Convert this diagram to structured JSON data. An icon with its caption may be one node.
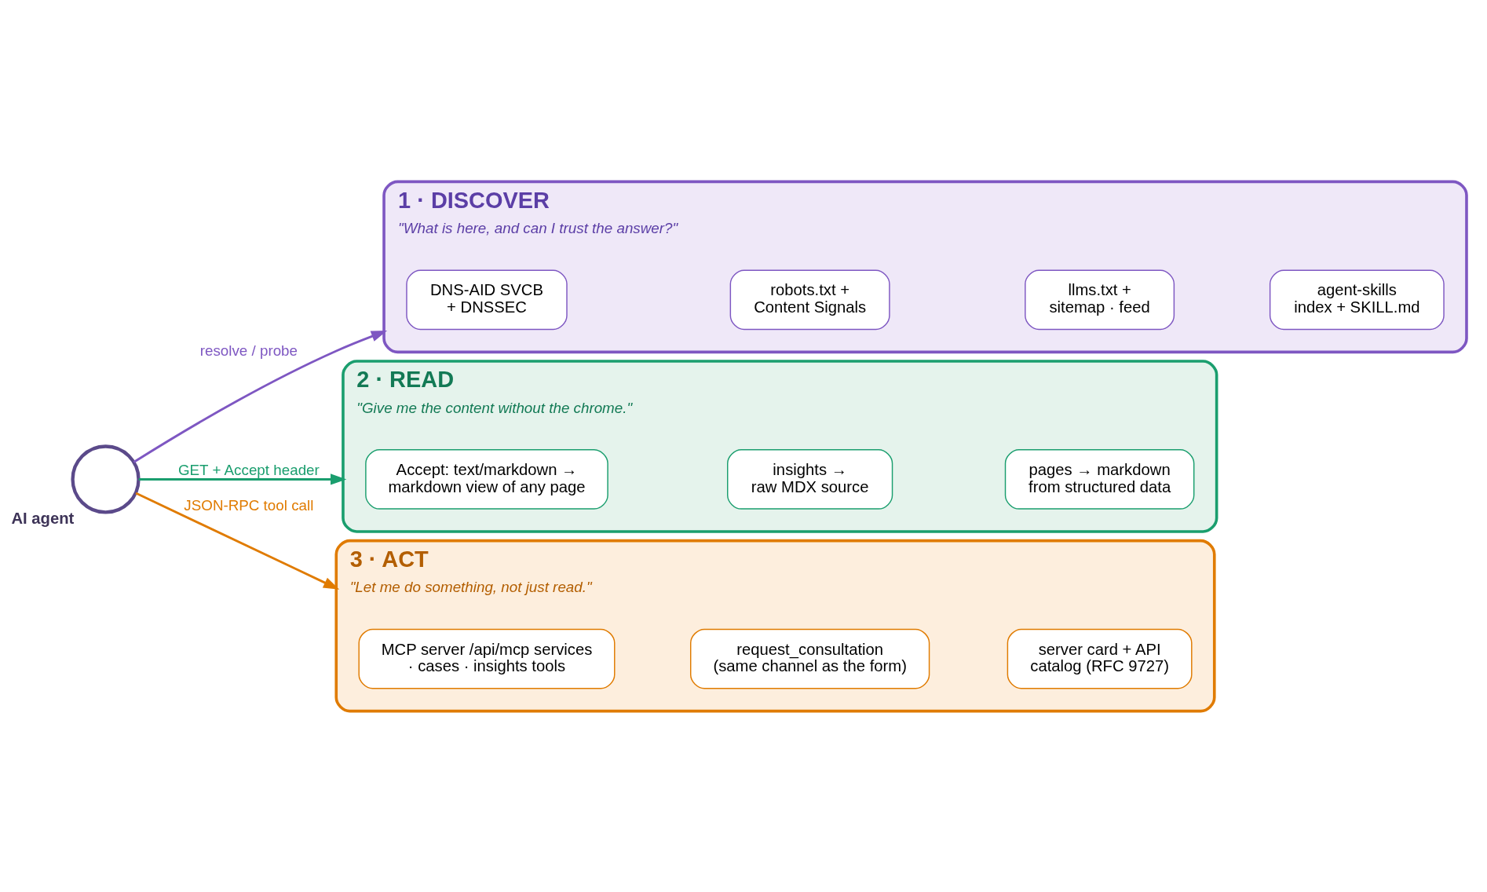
{
  "diagram": {
    "nodes": [
      {
        "text": [],
        "shape": "person",
        "beside": [
          "AI agent"
        ]
      },
      {
        "text": [
          "1 · DISCOVER",
          "\"What is here, and can I trust the answer?\""
        ]
      },
      {
        "text": [
          "DNS-AID SVCB + DNSSEC"
        ],
        "in": 1
      },
      {
        "text": [
          "robots.txt + Content Signals"
        ],
        "in": 1
      },
      {
        "text": [
          "llms.txt + sitemap · feed"
        ],
        "in": 1
      },
      {
        "text": [
          "agent-skills index + SKILL.md"
        ],
        "in": 1
      },
      {
        "text": [
          "2 · READ",
          "\"Give me the content without the chrome.\""
        ]
      },
      {
        "text": [
          "Accept: text/markdown → markdown view of any page"
        ],
        "in": 6
      },
      {
        "text": [
          "insights → raw MDX source"
        ],
        "in": 6
      },
      {
        "text": [
          "pages → markdown from structured data"
        ],
        "in": 6
      },
      {
        "text": [
          "3 · ACT",
          "\"Let me do something, not just read.\""
        ]
      },
      {
        "text": [
          "MCP server /api/mcp services · cases · insights tools"
        ],
        "in": 10
      },
      {
        "text": [
          "request_consultation (same channel as the form)"
        ],
        "in": 10
      },
      {
        "text": [
          "server card + API catalog (RFC 9727)"
        ],
        "in": 10
      }
    ],
    "edges": [
      {
        "from": 0,
        "to": 1,
        "arrow": "to",
        "label": "resolve / probe",
        "color": "#7e57c2"
      },
      {
        "from": 0,
        "to": 6,
        "arrow": "to",
        "label": "GET + Accept header",
        "color": "#1a9e6e"
      },
      {
        "from": 0,
        "to": 10,
        "arrow": "to",
        "label": "JSON-RPC tool call",
        "color": "#e07b00"
      }
    ]
  }
}
